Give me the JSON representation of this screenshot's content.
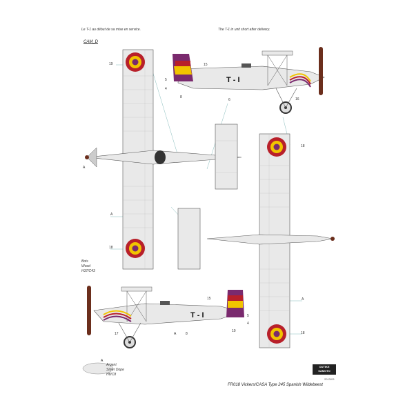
{
  "captions": {
    "left": "Le T-1 au début de sa mise en service.",
    "right": "The T-1 in unit short after delivery."
  },
  "camo_label": "CAM_D",
  "registration": "T - I",
  "callouts": {
    "n15": "15",
    "n5": "5",
    "n4": "4",
    "n8": "8",
    "n6": "6",
    "n16": "16",
    "n19": "19",
    "n18": "18",
    "n17": "17",
    "n10": "10",
    "a": "A"
  },
  "prop_legend": [
    "Bois",
    "Wood",
    "H37/C43"
  ],
  "paint_legend": {
    "letter": "A",
    "lines": [
      "Argent",
      "Silver Dope",
      "H8/C8"
    ]
  },
  "logo": [
    "OUTIKE",
    "SAMOTO"
  ],
  "footer": {
    "code": "2013/03",
    "title": "FR018 Vickers/CASA Type 245 Spanish Wildebeest"
  },
  "colors": {
    "silver": "#e9e9e9",
    "outline": "#555555",
    "red": "#b8202a",
    "yellow": "#f1c400",
    "purple": "#7a2a6e",
    "prop": "#6b2e1c"
  }
}
